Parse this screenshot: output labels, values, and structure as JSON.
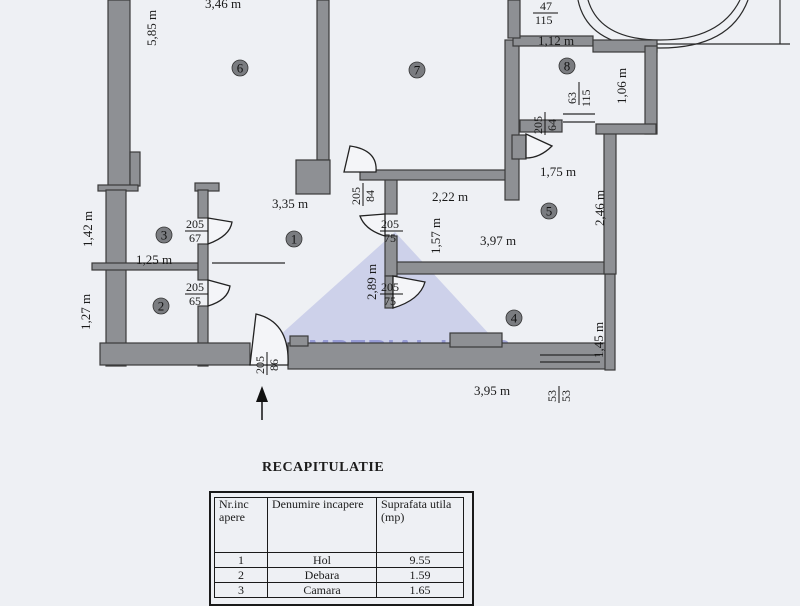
{
  "plan": {
    "rooms": [
      {
        "id": "1",
        "label": "1"
      },
      {
        "id": "2",
        "label": "2"
      },
      {
        "id": "3",
        "label": "3"
      },
      {
        "id": "4",
        "label": "4"
      },
      {
        "id": "5",
        "label": "5"
      },
      {
        "id": "6",
        "label": "6"
      },
      {
        "id": "7",
        "label": "7"
      },
      {
        "id": "8",
        "label": "8"
      }
    ],
    "dimensions": {
      "d_346": "3,46 m",
      "d_585": "5,85 m",
      "d_335": "3,35 m",
      "d_142": "1,42 m",
      "d_125": "1,25 m",
      "d_127": "1,27 m",
      "d_222": "2,22 m",
      "d_157": "1,57 m",
      "d_397": "3,97 m",
      "d_175": "1,75 m",
      "d_246": "2,46 m",
      "d_289": "2,89 m",
      "d_145": "1,45 m",
      "d_395": "3,95 m",
      "d_112": "1,12 m",
      "d_106": "1,06 m"
    },
    "door_marks": {
      "room3_top": "205",
      "room3_bot": "67",
      "room2_top": "205",
      "room2_bot": "65",
      "hall_a_top": "205",
      "hall_a_bot": "75",
      "hall_b_top": "205",
      "hall_b_bot": "75",
      "room7_top": "205",
      "room7_bot": "84",
      "entry_top": "205",
      "entry_bot": "86",
      "room8_top": "205",
      "room8_bot": "64",
      "win8_top": "63",
      "win8_bot": "115",
      "win_top_top": "47",
      "win_top_bot": "115",
      "win4_top": "53",
      "win4_bot": "53"
    },
    "watermark": "IMPERIAL IMOB"
  },
  "recap": {
    "title": "RECAPITULATIE",
    "headers": [
      "Nr.inc apere",
      "Denumire incapere",
      "Suprafata utila (mp)"
    ],
    "rows": [
      [
        "1",
        "Hol",
        "9.55"
      ],
      [
        "2",
        "Debara",
        "1.59"
      ],
      [
        "3",
        "Camara",
        "1.65"
      ]
    ]
  },
  "colors": {
    "paper": "#eef0f4",
    "wall": "#8e9094",
    "watermark": "#6a6fc4"
  }
}
